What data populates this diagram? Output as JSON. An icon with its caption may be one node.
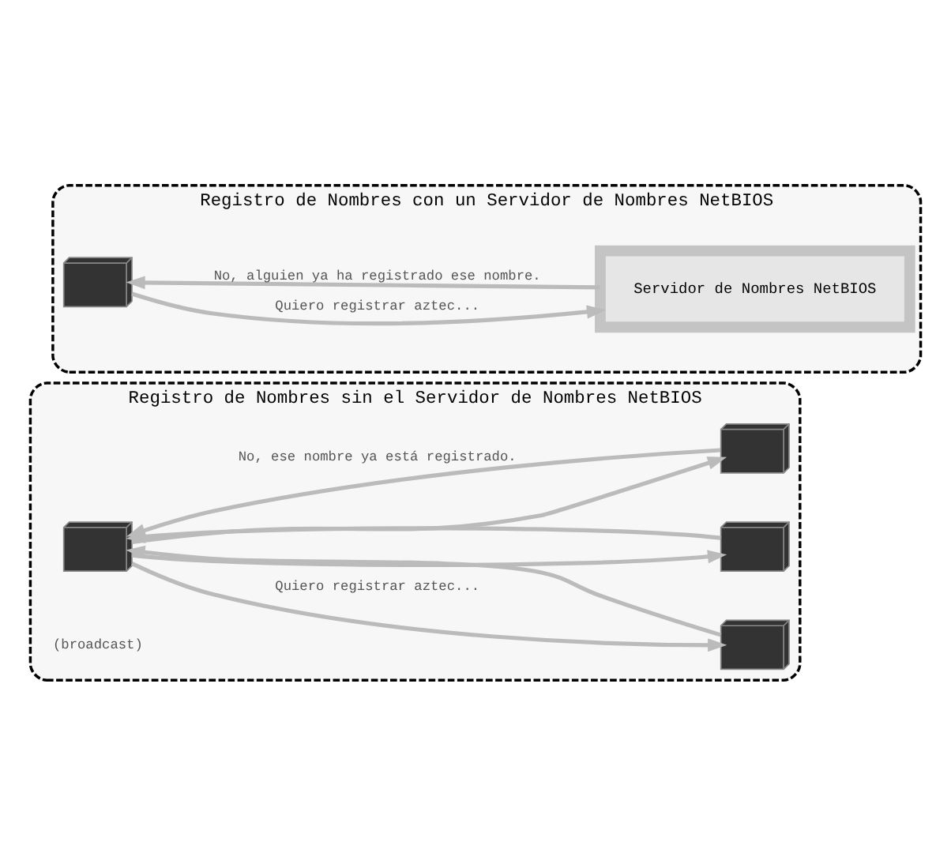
{
  "diagram": {
    "nodes": [
      {
        "text": [
          "Registro de Nombres sin el Servidor de Nombres NetBIOS"
        ]
      },
      {
        "text": [],
        "shape": "picture",
        "in": 0
      },
      {
        "text": [],
        "shape": "picture",
        "in": 0
      },
      {
        "text": [],
        "shape": "picture",
        "in": 0
      },
      {
        "text": [],
        "shape": "picture",
        "in": 0
      },
      {
        "text": [
          "Registro de Nombres con un Servidor de Nombres NetBIOS"
        ]
      },
      {
        "text": [],
        "shape": "picture",
        "in": 5
      },
      {
        "text": [
          "Servidor de Nombres NetBIOS"
        ],
        "in": 5
      }
    ],
    "edges": [
      {
        "from": 1,
        "to": 2,
        "arrow": "to",
        "label": "Quiero registrar aztec..."
      },
      {
        "from": 1,
        "to": 3,
        "arrow": "to"
      },
      {
        "from": 1,
        "to": 4,
        "arrow": "to"
      },
      {
        "from": 2,
        "to": 1,
        "arrow": "to"
      },
      {
        "from": 3,
        "to": 1,
        "arrow": "to",
        "label": "No, ese nombre ya está registrado."
      },
      {
        "from": 4,
        "to": 1,
        "arrow": "to"
      },
      {
        "from": 6,
        "to": 7,
        "arrow": "to",
        "label": "Quiero registrar aztec..."
      },
      {
        "from": 7,
        "to": 6,
        "arrow": "to",
        "label": "No, alguien ya ha registrado ese nombre."
      }
    ],
    "labels": [
      "(broadcast)"
    ]
  }
}
